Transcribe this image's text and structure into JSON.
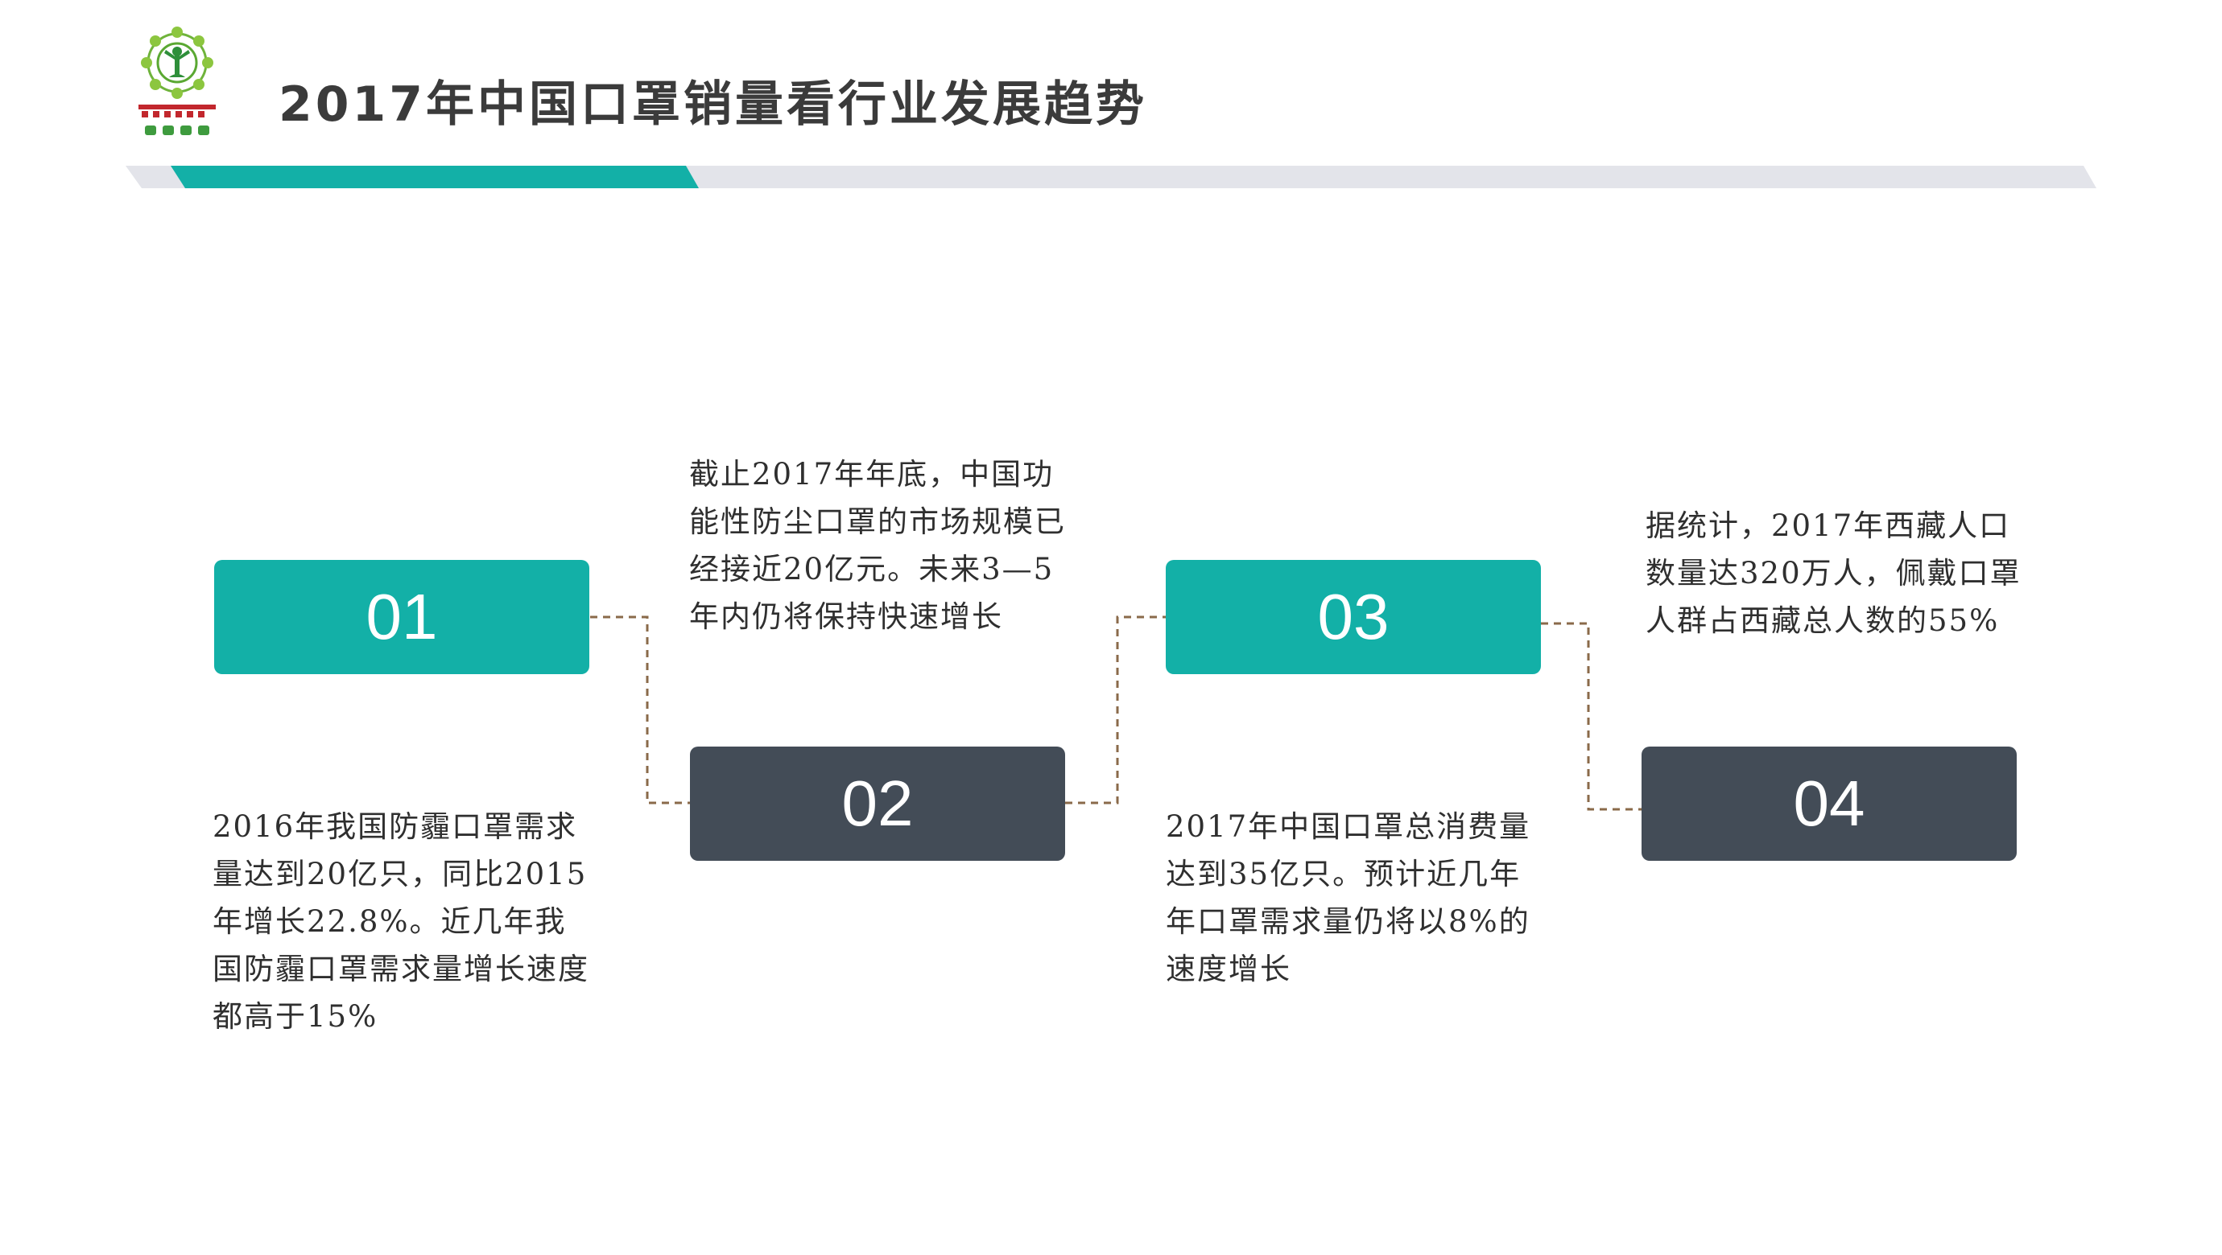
{
  "header": {
    "title": "2017年中国口罩销量看行业发展趋势",
    "logo_icon": "tree-of-life-logo-icon",
    "colors": {
      "accent": "#13b0a7",
      "track": "#e3e4ea",
      "dark": "#434c57",
      "connector": "#8a6a4a"
    }
  },
  "steps": [
    {
      "number": "01",
      "text": "2016年我国防霾口罩需求量达到20亿只，同比2015年增长22.8%。近几年我国防霾口罩需求量增长速度都高于15%"
    },
    {
      "number": "02",
      "text": "截止2017年年底，中国功能性防尘口罩的市场规模已经接近20亿元。未来3—5年内仍将保持快速增长"
    },
    {
      "number": "03",
      "text": "2017年中国口罩总消费量达到35亿只。预计近几年年口罩需求量仍将以8%的速度增长"
    },
    {
      "number": "04",
      "text": "据统计，2017年西藏人口数量达320万人，佩戴口罩人群占西藏总人数的55%"
    }
  ]
}
